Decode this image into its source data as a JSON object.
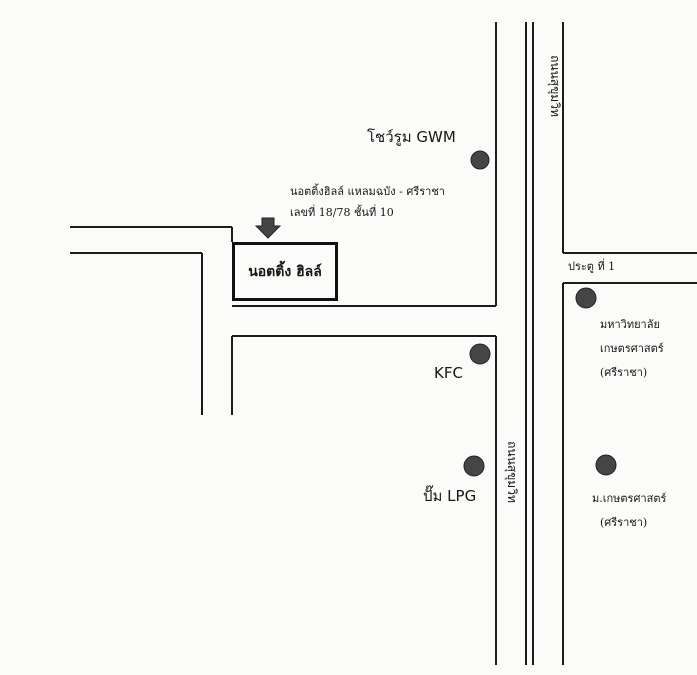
{
  "destination": {
    "name": "นอตติ้ง ฮิลล์",
    "address_line1": "นอตติ้งฮิลล์ แหลมฉบัง - ศรีราชา",
    "address_line2": "เลขที่ 18/78  ชั้นที่ 10"
  },
  "roads": {
    "main_road_upper": "ถนนสุขุมวิท",
    "main_road_lower": "ถนนสุขุมวิท"
  },
  "landmarks": {
    "showroom": "โชว์รูม  GWM",
    "kfc": "KFC",
    "lpg": "ปั๊ม LPG",
    "gate": "ประตู ที่ 1",
    "university_line1": "มหาวิทยาลัย",
    "university_line2": "เกษตรศาสตร์",
    "university_line3": "(ศรีราชา)",
    "ku_short_line1": "ม.เกษตรศาสตร์",
    "ku_short_line2": "(ศรีราชา)"
  },
  "colors": {
    "background": "#fbfbfa",
    "line": "#1c1c1c",
    "marker": "#454545"
  },
  "icons": {
    "arrow": "down-arrow-icon",
    "landmark": "landmark-dot-icon"
  }
}
